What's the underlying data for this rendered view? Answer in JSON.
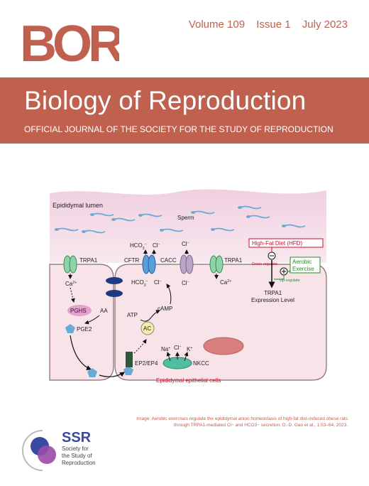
{
  "masthead": {
    "logo_text": "BOR",
    "volume": "Volume 109",
    "issue": "Issue 1",
    "date": "July 2023"
  },
  "banner": {
    "title": "Biology of Reproduction",
    "subtitle": "OFFICIAL JOURNAL OF THE SOCIETY FOR THE STUDY OF REPRODUCTION"
  },
  "figure": {
    "lumen_label": "Epididymal lumen",
    "sperm_label": "Sperm",
    "cells_label": "Epididymal epithelial cells",
    "channels": {
      "trpa1_left": "TRPA1",
      "cftr": "CFTR",
      "cacc": "CACC",
      "trpa1_right": "TRPA1",
      "ep2_ep4": "EP2/EP4",
      "nkcc": "NKCC"
    },
    "molecules": {
      "ca_left": "Ca",
      "ca_right": "Ca",
      "ca_sup": "2+",
      "pghs": "PGHS",
      "aa": "AA",
      "pge2": "PGE2",
      "hco3_out": "HCO",
      "cl_out": "Cl",
      "hco3_in": "HCO",
      "cl_in": "Cl",
      "cl_cacc_out": "Cl",
      "cl_cacc_in": "Cl",
      "atp": "ATP",
      "camp": "cAMP",
      "ac": "AC",
      "na": "Na",
      "cl_nkcc": "Cl",
      "k": "K"
    },
    "legend": {
      "hfd": "High-Fat Diet (HFD)",
      "down": "Down-regulate",
      "exercise_line1": "Aerobic",
      "exercise_line2": "Exercise",
      "up": "Up-regulate",
      "level_line1": "TRPA1",
      "level_line2": "Expression Level"
    }
  },
  "caption": "Image: Aerobic exercises regulate the epididymal anion homeostasis of high-fat diet-induced obese rats through TRPA1-mediated Cl− and HCO3− secretion. D.-D. Gao et al., 1:53–64, 2023.",
  "ssr": {
    "abbrev": "SSR",
    "line1": "Society for",
    "line2": "the Study of",
    "line3": "Reproduction"
  },
  "colors": {
    "brand": "#c0614f",
    "brand_light": "#e0a898",
    "lumen": "#f3dde8",
    "cell": "#f7e3e8",
    "channel_green": "#8fd4a8",
    "channel_blue": "#5a9fd8",
    "channel_purple": "#b9a6c9",
    "sperm": "#6aaad6",
    "junction": "#1f3a80",
    "pghs": "#e6a0d0",
    "ac": "#f3efaa",
    "receptor": "#2f5a3a",
    "nkcc": "#4fbfa0",
    "nucleus": "#d88080",
    "accent_red": "#c8102e",
    "accent_green": "#2a8a2a"
  },
  "icons": [
    "ssr-logo-icon",
    "sperm-icon",
    "down-regulate-icon",
    "up-regulate-icon"
  ]
}
